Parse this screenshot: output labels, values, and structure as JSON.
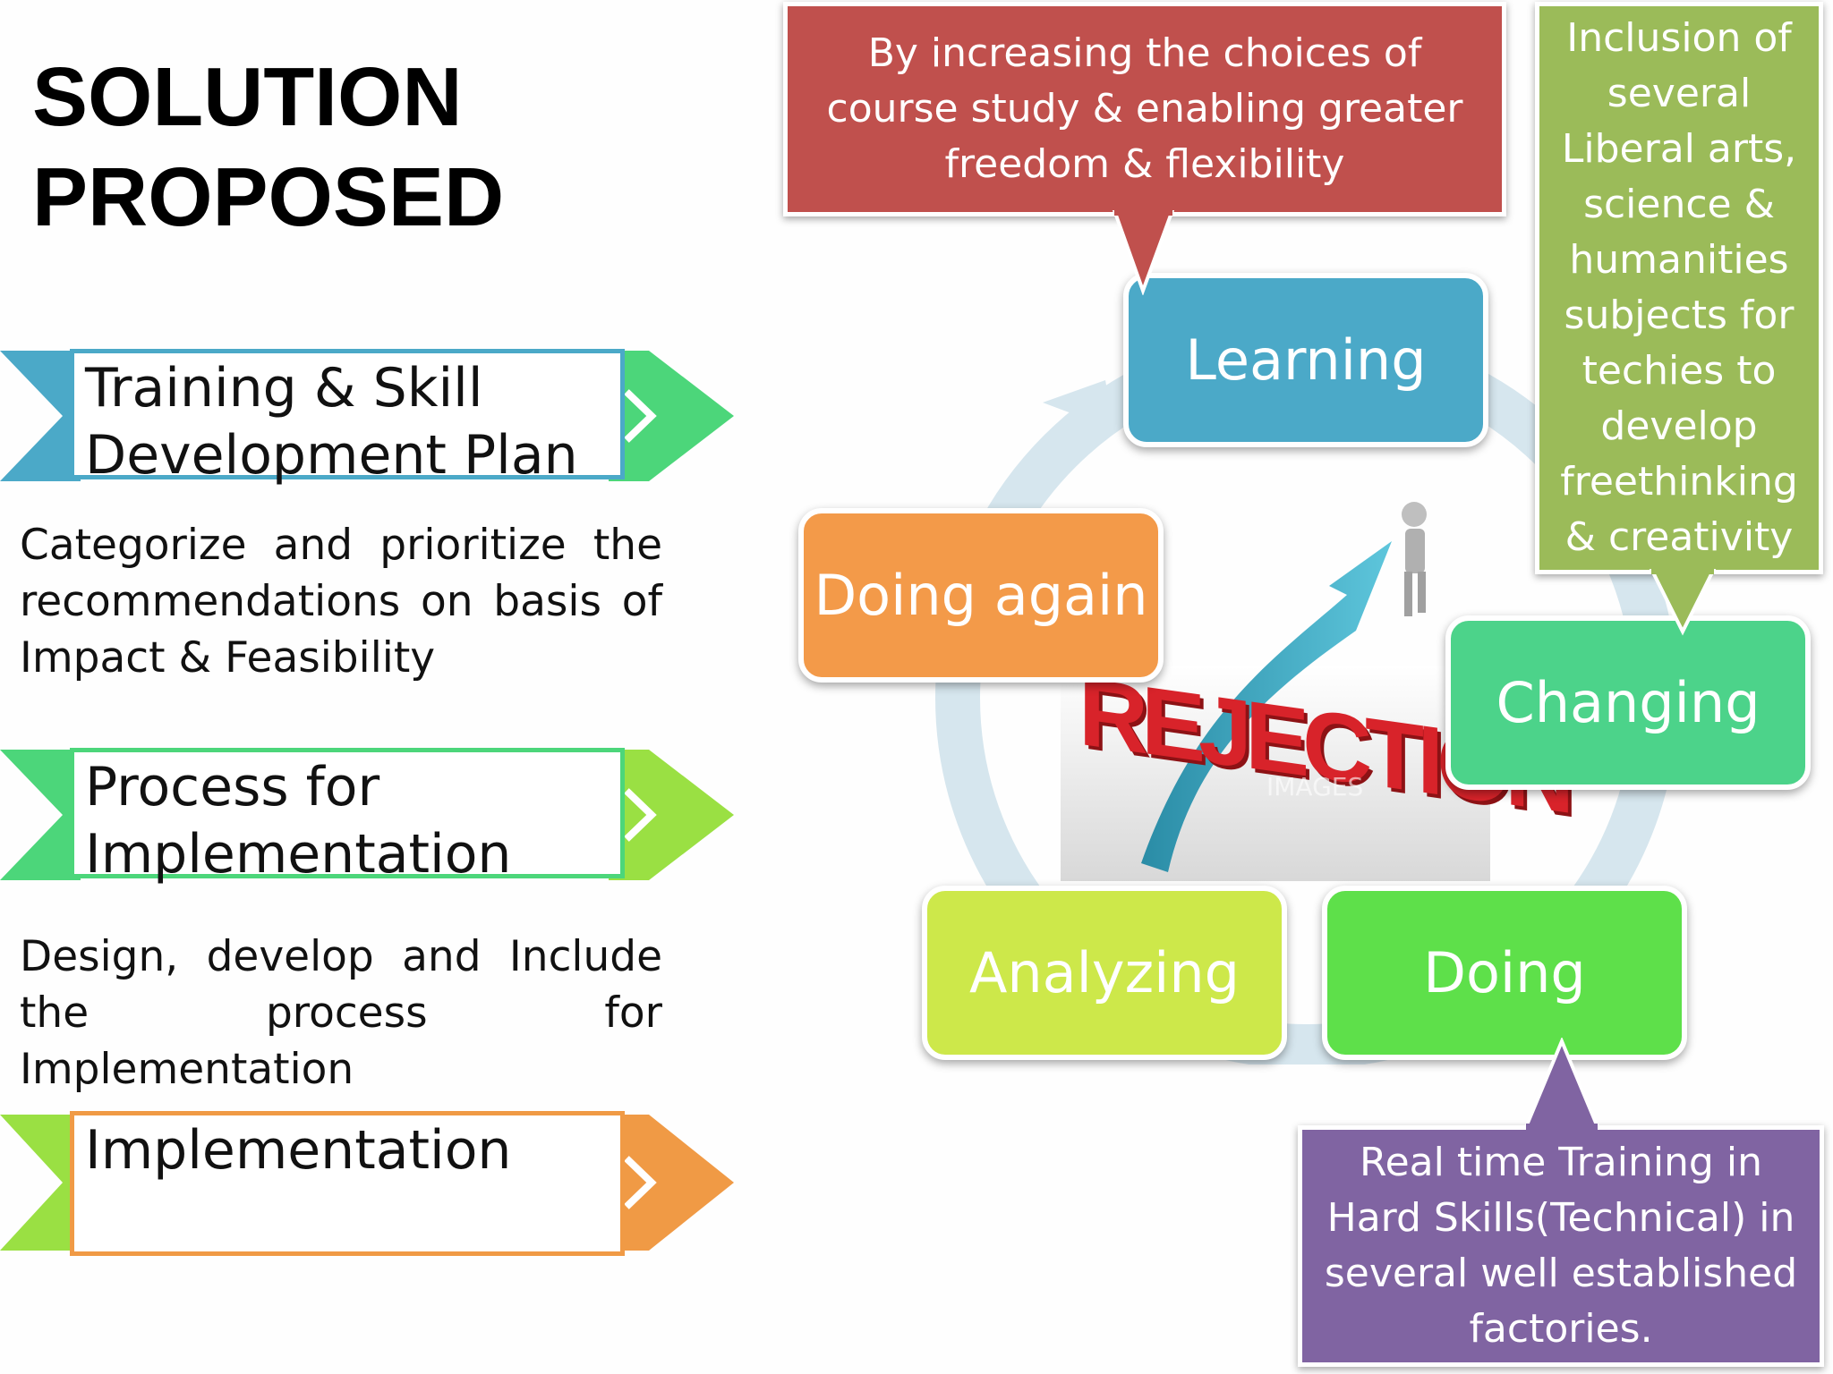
{
  "title": "SOLUTION\nPROPOSED",
  "left_steps": [
    {
      "label": "Training & Skill\nDevelopment Plan",
      "color": "#4ba9c8",
      "arrow_color": "#4cd67a"
    },
    {
      "label": "Process for\nImplementation",
      "color": "#4cd67a",
      "arrow_color": "#9ae043"
    },
    {
      "label": "Implementation",
      "color": "#f09a45",
      "arrow_color": "#f09a45"
    }
  ],
  "left_paragraphs": [
    "Categorize and prioritize the recommendations on basis of Impact & Feasibility",
    "Design, develop and Include the process for Implementation"
  ],
  "cycle": {
    "nodes": [
      {
        "label": "Learning",
        "color": "#4ba9c8"
      },
      {
        "label": "Changing",
        "color": "#4cd38a"
      },
      {
        "label": "Doing",
        "color": "#5ee04a"
      },
      {
        "label": "Analyzing",
        "color": "#cde84a"
      },
      {
        "label": "Doing again",
        "color": "#f39a49"
      }
    ],
    "callouts": [
      {
        "text": "By increasing the choices of course study & enabling greater freedom & flexibility",
        "color": "#c0504d"
      },
      {
        "text": "Inclusion of several Liberal arts, science & humanities subjects for techies to develop freethinking & creativity",
        "color": "#9bbb59"
      },
      {
        "text": "Real time Training in Hard Skills(Technical) in several well established factories.",
        "color": "#8064a2"
      }
    ],
    "ring_color": "#d6e6ee"
  },
  "image": {
    "word": "REJECTION",
    "watermark": "IMAGES"
  }
}
